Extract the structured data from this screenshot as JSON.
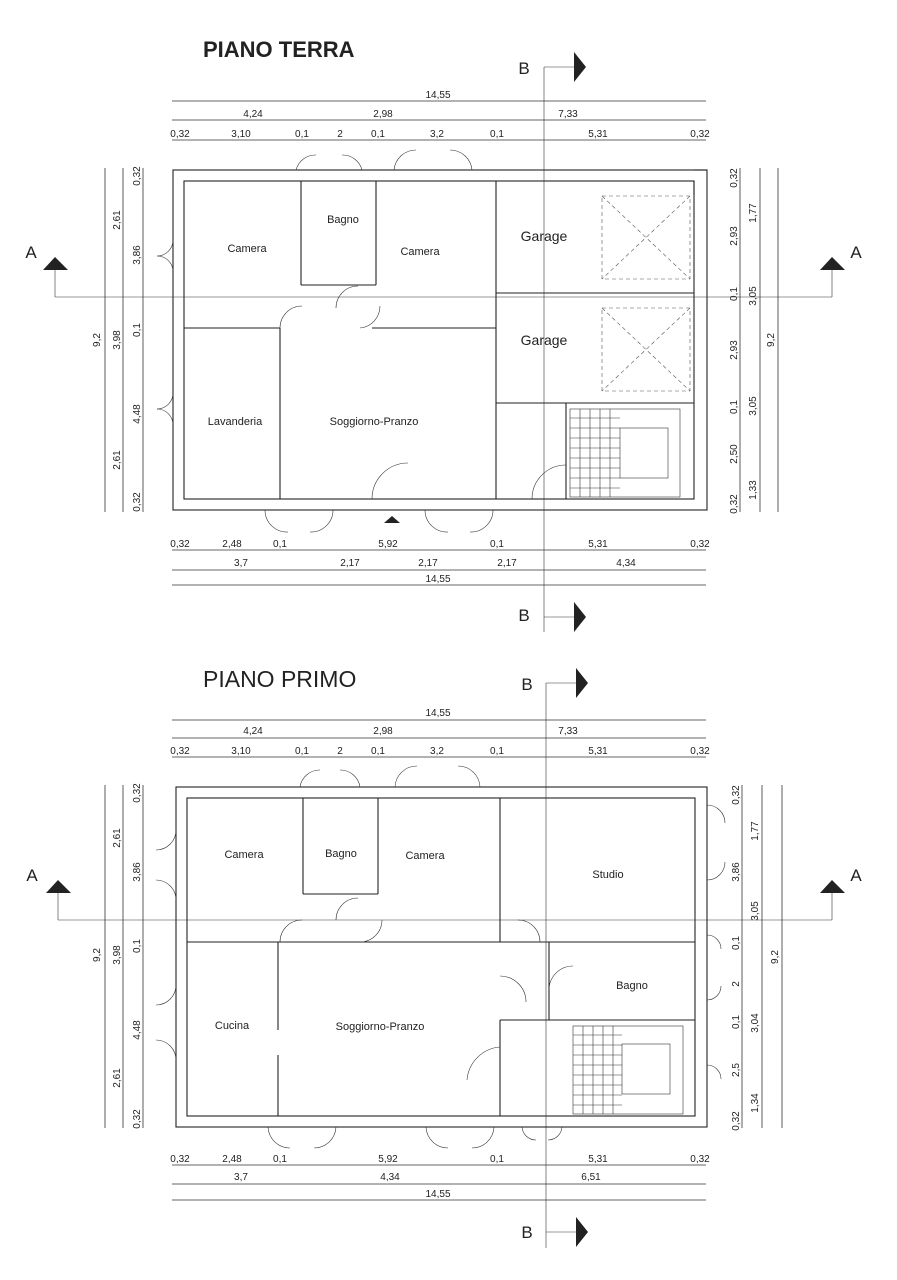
{
  "ground": {
    "title": "PIANO TERRA",
    "top_dims": {
      "total": "14,55",
      "mid": [
        "4,24",
        "2,98",
        "7,33"
      ],
      "detail": [
        "0,32",
        "3,10",
        "0,1",
        "2",
        "0,1",
        "3,2",
        "0,1",
        "5,31",
        "0,32"
      ]
    },
    "bottom_dims": {
      "detail": [
        "0,32",
        "2,48",
        "0,1",
        "5,92",
        "0,1",
        "5,31",
        "0,32"
      ],
      "mid": [
        "3,7",
        "2,17",
        "2,17",
        "2,17",
        "4,34"
      ],
      "total": "14,55"
    },
    "left_dims": {
      "outer": [
        "2,61",
        "2,61"
      ],
      "mid": [
        "9,2"
      ],
      "inner": [
        "3,86",
        "3,98",
        "4,48"
      ],
      "detail": [
        "0,32",
        "0,1",
        "0,32"
      ]
    },
    "right_dims": {
      "detail": [
        "0,32",
        "2,93",
        "0,1",
        "2,93",
        "0,1",
        "2,50",
        "0,32"
      ],
      "mid": [
        "1,77",
        "3,05",
        "3,05",
        "1,33"
      ],
      "outer": [
        "9,2"
      ]
    },
    "rooms": [
      "Camera",
      "Bagno",
      "Camera",
      "Garage",
      "Garage",
      "Lavanderia",
      "Soggiorno-Pranzo"
    ],
    "section_labels": [
      "A",
      "A",
      "B",
      "B"
    ]
  },
  "first": {
    "title": "PIANO PRIMO",
    "top_dims": {
      "total": "14,55",
      "mid": [
        "4,24",
        "2,98",
        "7,33"
      ],
      "detail": [
        "0,32",
        "3,10",
        "0,1",
        "2",
        "0,1",
        "3,2",
        "0,1",
        "5,31",
        "0,32"
      ]
    },
    "bottom_dims": {
      "detail": [
        "0,32",
        "2,48",
        "0,1",
        "5,92",
        "0,1",
        "5,31",
        "0,32"
      ],
      "mid": [
        "3,7",
        "4,34",
        "6,51"
      ],
      "total": "14,55"
    },
    "left_dims": {
      "outer": [
        "2,61",
        "2,61"
      ],
      "mid": [
        "9,2"
      ],
      "inner": [
        "3,86",
        "3,98",
        "4,48"
      ],
      "detail": [
        "0,32",
        "0,1",
        "0,32"
      ]
    },
    "right_dims": {
      "detail": [
        "0,32",
        "3,86",
        "0,1",
        "2",
        "0,1",
        "2,5",
        "0,32"
      ],
      "mid": [
        "1,77",
        "3,05",
        "3,04",
        "1,34"
      ],
      "outer": [
        "9,2"
      ]
    },
    "rooms": [
      "Camera",
      "Bagno",
      "Camera",
      "Studio",
      "Bagno",
      "Cucina",
      "Soggiorno-Pranzo"
    ],
    "section_labels": [
      "A",
      "A",
      "B",
      "B"
    ]
  }
}
